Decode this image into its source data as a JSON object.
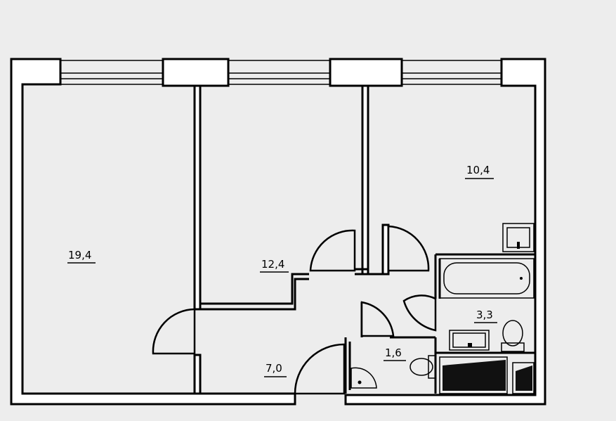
{
  "rooms": [
    {
      "id": "living-room",
      "area": "19,4"
    },
    {
      "id": "bedroom",
      "area": "12,4"
    },
    {
      "id": "kitchen",
      "area": "10,4"
    },
    {
      "id": "bathroom",
      "area": "3,3"
    },
    {
      "id": "toilet",
      "area": "1,6"
    },
    {
      "id": "hallway",
      "area": "7,0"
    }
  ]
}
